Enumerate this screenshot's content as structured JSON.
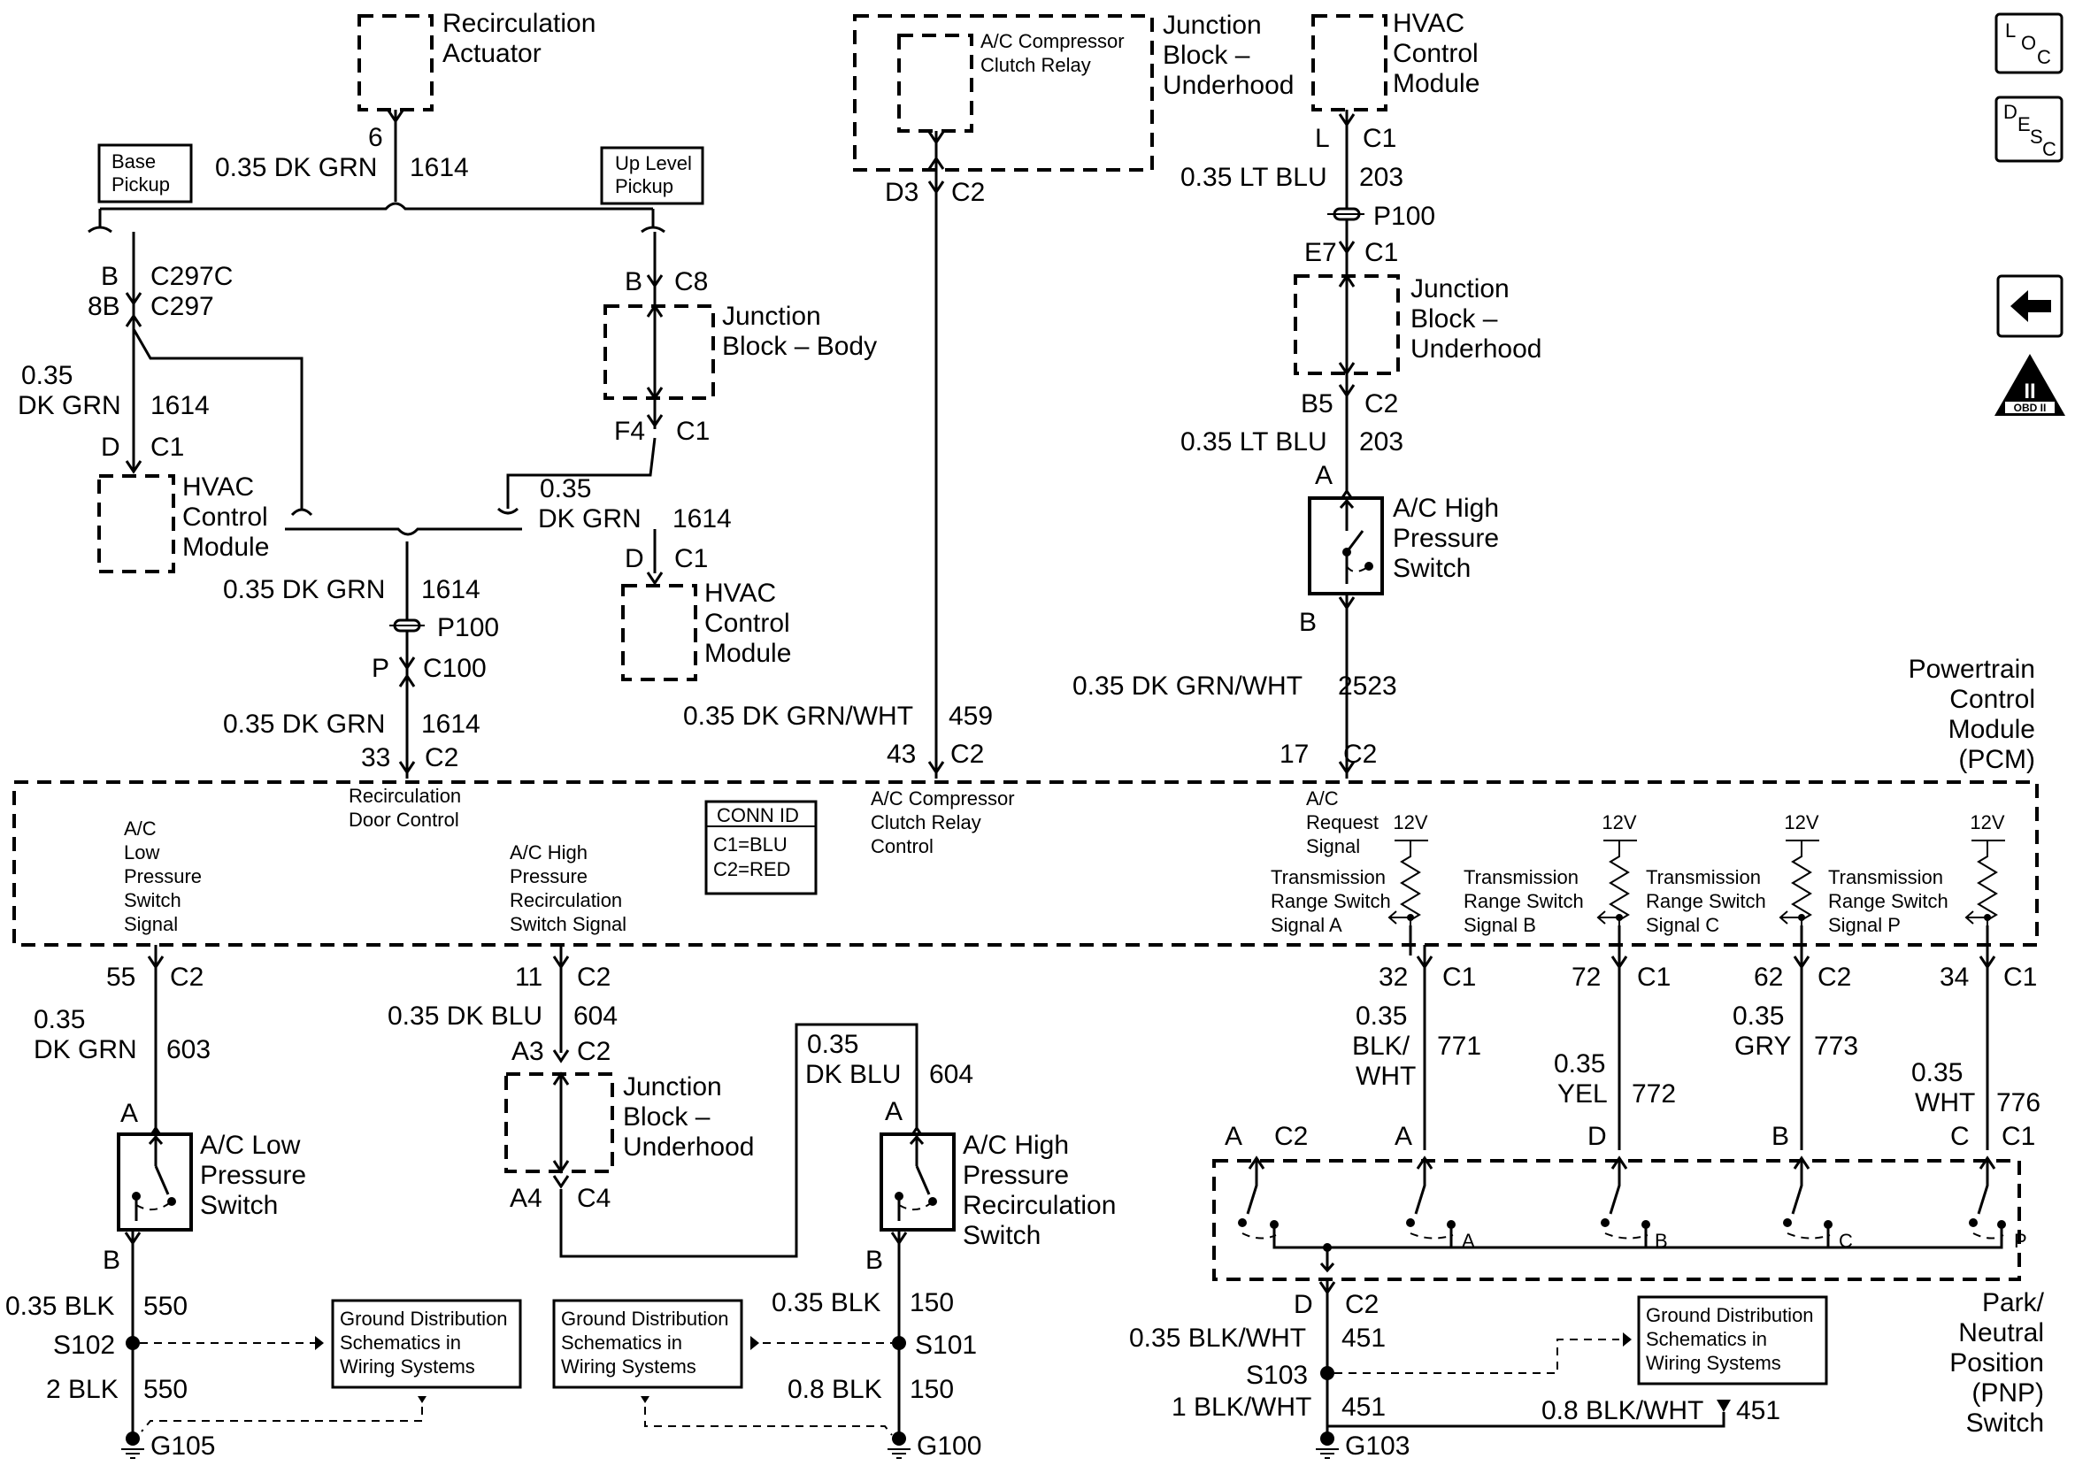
{
  "recirc_actuator": [
    "Recirculation",
    "Actuator"
  ],
  "base_pickup": [
    "Base",
    "Pickup"
  ],
  "up_level_pickup": [
    "Up Level",
    "Pickup"
  ],
  "ac_relay": [
    "A/C Compressor",
    "Clutch Relay"
  ],
  "jb_underhood": [
    "Junction",
    "Block –",
    "Underhood"
  ],
  "jb_body": [
    "Junction",
    "Block – Body"
  ],
  "hvac": [
    "HVAC",
    "Control",
    "Module"
  ],
  "ac_high_switch": [
    "A/C High",
    "Pressure",
    "Switch"
  ],
  "ac_low_switch": [
    "A/C Low",
    "Pressure",
    "Switch"
  ],
  "ac_high_recirc_switch": [
    "A/C High",
    "Pressure",
    "Recirculation",
    "Switch"
  ],
  "pcm": [
    "Powertrain",
    "Control",
    "Module",
    "(PCM)"
  ],
  "pnp": [
    "Park/",
    "Neutral",
    "Position",
    "(PNP)",
    "Switch"
  ],
  "conn_id": [
    "CONN ID",
    "C1=BLU",
    "C2=RED"
  ],
  "ground_dist": [
    "Ground Distribution",
    "Schematics in",
    "Wiring Systems"
  ],
  "pcm_signals": {
    "low": [
      "A/C",
      "Low",
      "Pressure",
      "Switch",
      "Signal"
    ],
    "recirc": [
      "Recirculation",
      "Door Control"
    ],
    "high_recirc": [
      "A/C High",
      "Pressure",
      "Recirculation",
      "Switch Signal"
    ],
    "relay": [
      "A/C Compressor",
      "Clutch Relay",
      "Control"
    ],
    "request": [
      "A/C",
      "Request",
      "Signal"
    ],
    "tr_a": [
      "Transmission",
      "Range Switch",
      "Signal A"
    ],
    "tr_b": [
      "Transmission",
      "Range Switch",
      "Signal B"
    ],
    "tr_c": [
      "Transmission",
      "Range Switch",
      "Signal C"
    ],
    "tr_p": [
      "Transmission",
      "Range Switch",
      "Signal P"
    ],
    "v12": "12V"
  },
  "nav": {
    "loc": [
      "L",
      "O",
      "C"
    ],
    "desc": [
      "D",
      "E",
      "S",
      "C"
    ],
    "obd": [
      "II",
      "OBD II"
    ]
  },
  "labels": {
    "pin6": "6",
    "w1614": "0.35 DK GRN",
    "c1614": "1614",
    "pinB": "B",
    "c297c": "C297C",
    "pin8b": "8B",
    "c297": "C297",
    "w035": "0.35",
    "wdkgrn": "DK GRN",
    "pinD": "D",
    "c1": "C1",
    "c2": "C2",
    "c4": "C4",
    "c8": "C8",
    "c100": "C100",
    "pinF4": "F4",
    "pinP": "P",
    "p100": "P100",
    "pin33": "33",
    "pinD3": "D3",
    "w459": "0.35 DK GRN/WHT",
    "c459": "459",
    "pin43": "43",
    "pinL": "L",
    "w203": "0.35 LT BLU",
    "c203": "203",
    "pinE7": "E7",
    "pinB5": "B5",
    "pinA": "A",
    "w2523": "0.35 DK GRN/WHT",
    "c2523": "2523",
    "pin17": "17",
    "pin55": "55",
    "c603": "603",
    "pin11": "11",
    "w604": "0.35 DK BLU",
    "c604": "604",
    "pinA3": "A3",
    "pinA4": "A4",
    "wdkblu": "DK BLU",
    "w550": "0.35 BLK",
    "c550": "550",
    "s102": "S102",
    "w550b": "2 BLK",
    "g105": "G105",
    "w150": "0.35 BLK",
    "c150": "150",
    "s101": "S101",
    "w150b": "0.8 BLK",
    "g100": "G100",
    "pin32": "32",
    "pin72": "72",
    "pin62": "62",
    "pin34": "34",
    "wblk": "BLK/",
    "wwht": "WHT",
    "c771": "771",
    "wyel": "YEL",
    "c772": "772",
    "wgry": "GRY",
    "c773": "773",
    "c776": "776",
    "pinC": "C",
    "pa": "A",
    "pb": "B",
    "pc": "C",
    "pp": "P",
    "w451": "0.35 BLK/WHT",
    "c451": "451",
    "s103": "S103",
    "w451b": "1 BLK/WHT",
    "w451c": "0.8 BLK/WHT",
    "g103": "G103"
  }
}
